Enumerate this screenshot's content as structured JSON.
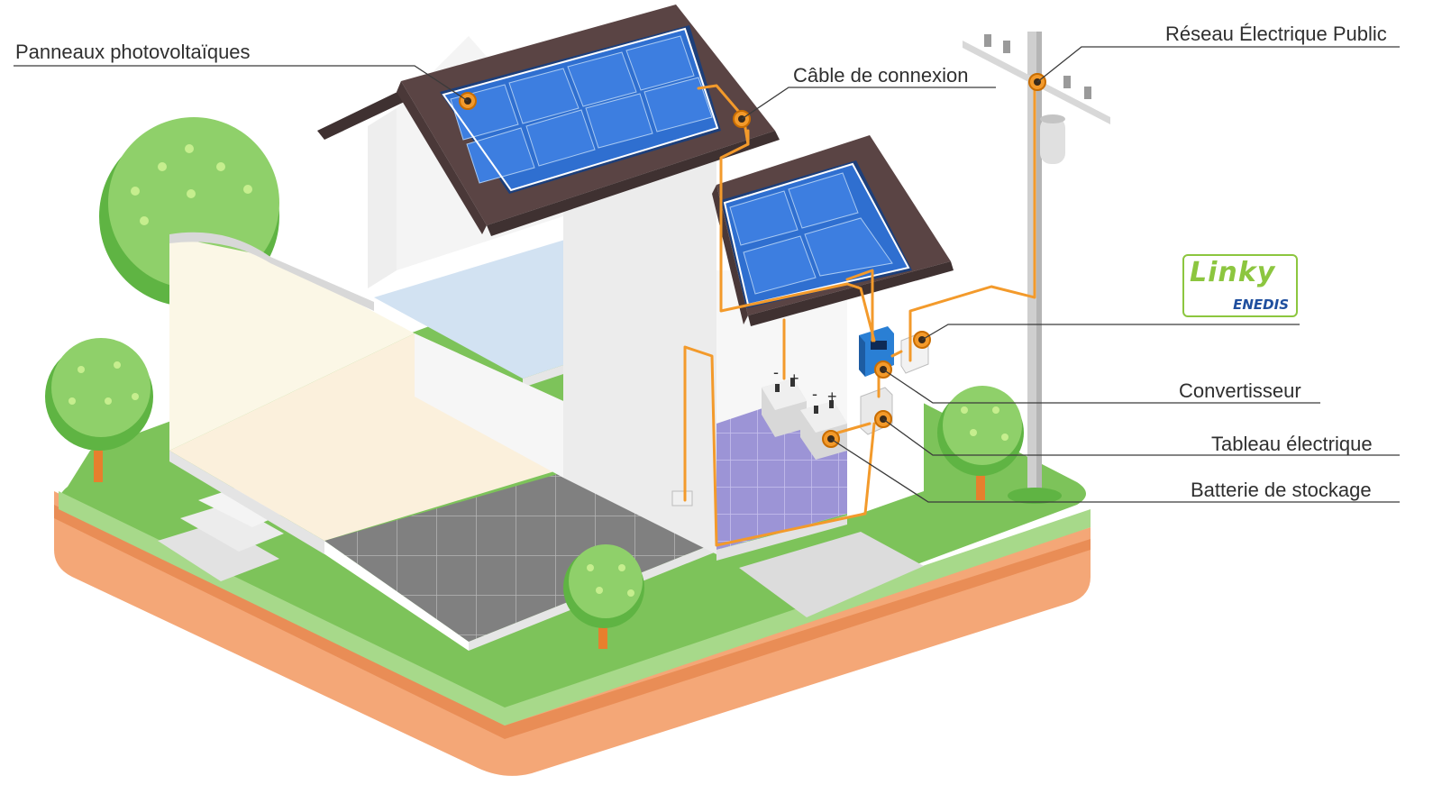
{
  "labels": {
    "panels": "Panneaux photovoltaïques",
    "cable": "Câble de connexion",
    "grid": "Réseau Électrique Public",
    "converter": "Convertisseur",
    "board": "Tableau électrique",
    "battery": "Batterie de stockage"
  },
  "logo": {
    "line1": "Linky",
    "line2": "ENEDIS"
  },
  "battery_terminals": {
    "minus": "-",
    "plus": "+"
  },
  "colors": {
    "wire": "#f39a2b",
    "grass": "#7dc35a",
    "soil": "#f4a777",
    "roof": "#5a4444",
    "panel": "#2a64c4",
    "logo_green": "#8cc63f",
    "logo_blue": "#1f4f9e"
  }
}
